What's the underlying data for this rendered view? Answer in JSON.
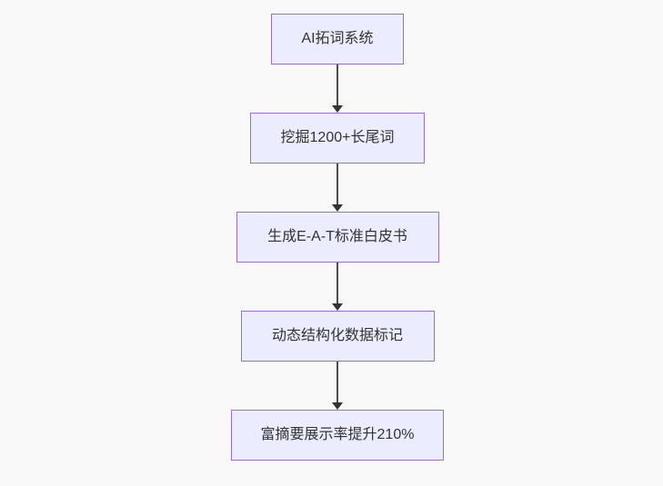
{
  "diagram": {
    "type": "flowchart",
    "direction": "top-down",
    "nodes": [
      {
        "id": "A",
        "label": "AI拓词系统"
      },
      {
        "id": "B",
        "label": "挖掘1200+长尾词"
      },
      {
        "id": "C",
        "label": "生成E-A-T标准白皮书"
      },
      {
        "id": "D",
        "label": "动态结构化数据标记"
      },
      {
        "id": "E",
        "label": "富摘要展示率提升210%"
      }
    ],
    "edges": [
      {
        "from": "A",
        "to": "B"
      },
      {
        "from": "B",
        "to": "C"
      },
      {
        "from": "C",
        "to": "D"
      },
      {
        "from": "D",
        "to": "E"
      }
    ],
    "colors": {
      "background": "#f9f9f9",
      "node_fill": "#ECECFF",
      "node_border": "#9370DB",
      "text": "#333333",
      "arrow": "#333333"
    }
  }
}
